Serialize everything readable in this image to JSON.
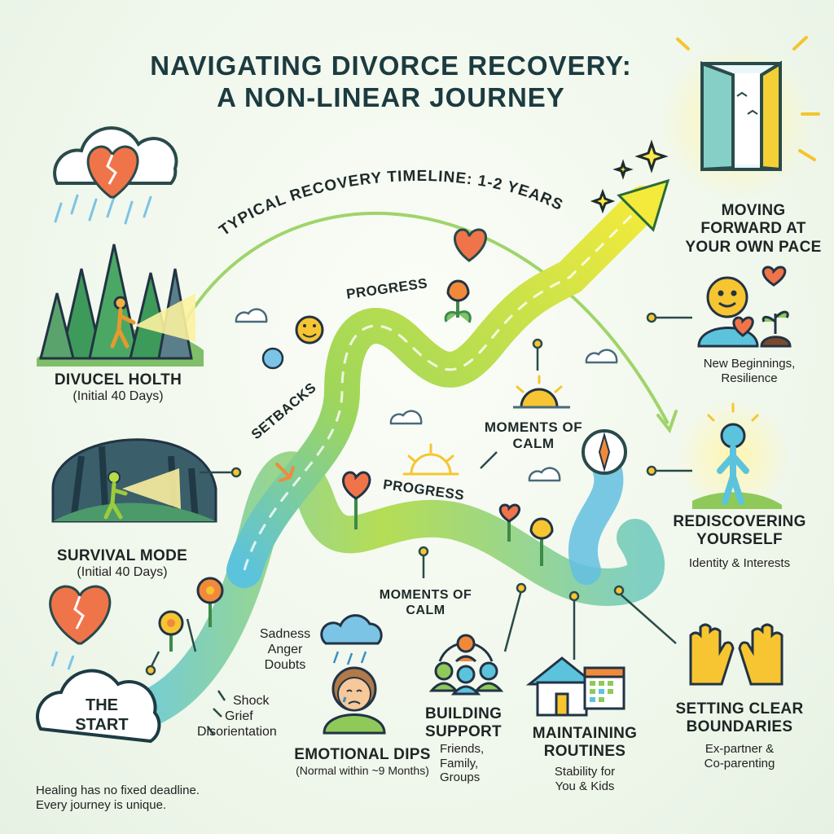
{
  "title_line1": "NAVIGATING DIVORCE RECOVERY:",
  "title_line2": "A NON-LINEAR JOURNEY",
  "timeline_label": "TYPICAL RECOVERY TIMELINE: 1-2 YEARS",
  "path_labels": {
    "progress_top": "PROGRESS",
    "setbacks": "SETBACKS",
    "progress_mid": "PROGRESS",
    "calm_upper": "MOMENTS OF CALM",
    "calm_lower": "MOMENTS OF CALM"
  },
  "stages": {
    "divucel": {
      "heading": "DIVUCEL HOLTH",
      "sub": "(Initial 40 Days)"
    },
    "survival": {
      "heading": "SURVIVAL MODE",
      "sub": "(Initial 40 Days)"
    },
    "start": {
      "line1": "THE",
      "line2": "START"
    },
    "shock": [
      "Shock",
      "Grief",
      "Disorientation"
    ],
    "dips_feelings": [
      "Sadness",
      "Anger",
      "Doubts"
    ],
    "dips": {
      "heading": "EMOTIONAL DIPS",
      "sub": "(Normal within ~9 Months)"
    },
    "support": {
      "heading1": "BUILDING",
      "heading2": "SUPPORT",
      "sub": [
        "Friends,",
        "Family,",
        "Groups"
      ]
    },
    "routines": {
      "heading1": "MAINTAINING",
      "heading2": "ROUTINES",
      "sub": [
        "Stability for",
        "You & Kids"
      ]
    },
    "boundaries": {
      "heading1": "SETTING CLEAR",
      "heading2": "BOUNDARIES",
      "sub": [
        "Ex-partner &",
        "Co-parenting"
      ]
    },
    "rediscover": {
      "heading1": "REDISCOVERING",
      "heading2": "YOURSELF",
      "sub": "Identity & Interests"
    },
    "new_beginnings": {
      "sub": [
        "New Beginnings,",
        "Resilience"
      ]
    },
    "forward": {
      "line1": "MOVING",
      "line2": "FORWARD AT",
      "line3": "YOUR OWN PACE"
    }
  },
  "footer": [
    "Healing has no fixed deadline.",
    "Every journey is unique."
  ],
  "colors": {
    "path_green": "#b9de4a",
    "path_blue": "#5cc3dd",
    "heart": "#f0744a",
    "yellow": "#f6c531",
    "dark_teal": "#1c3b40"
  },
  "icons": [
    "broken-heart-icon",
    "rain-cloud-icon",
    "forest-icon",
    "person-flashlight-icon",
    "flower-icon",
    "smiley-icon",
    "sun-icon",
    "compass-icon",
    "raised-hands-icon",
    "house-calendar-icon",
    "group-people-icon",
    "crying-person-icon",
    "open-door-icon",
    "sparkle-icon",
    "arrow-icon"
  ]
}
